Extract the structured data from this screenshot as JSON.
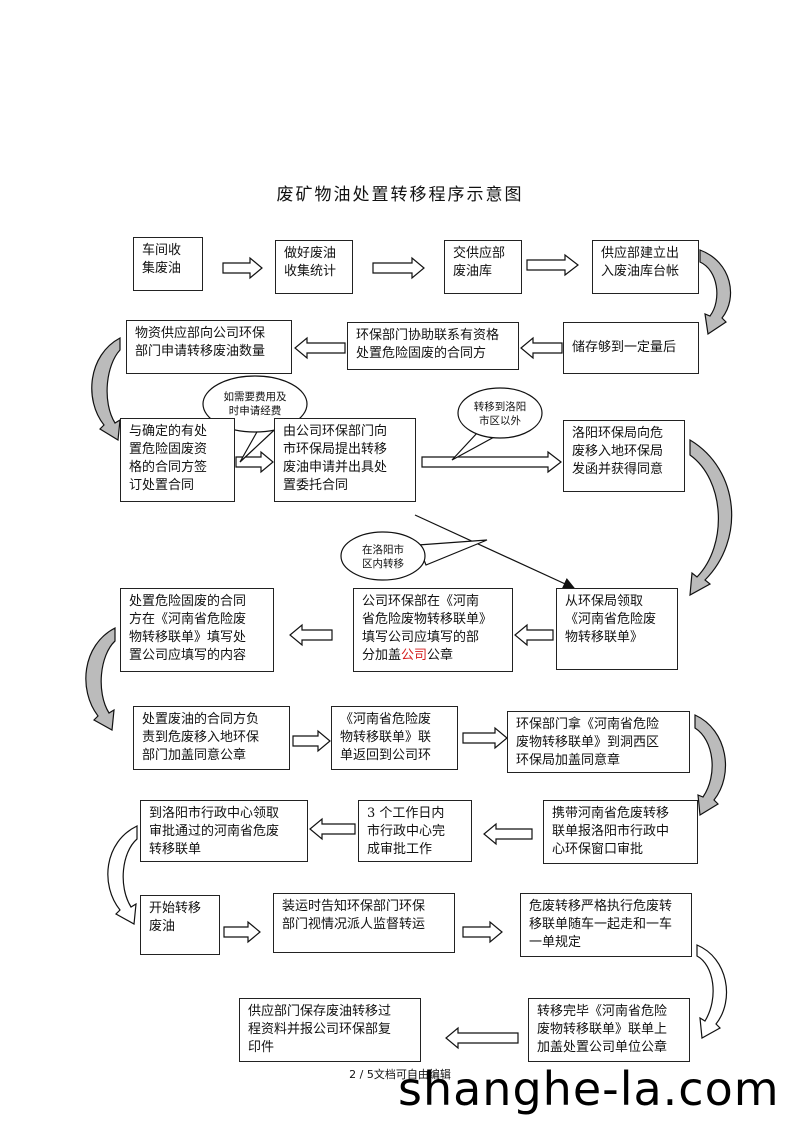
{
  "title": "废矿物油处置转移程序示意图",
  "boxes": {
    "b1": "车间收\n集废油",
    "b2": "做好废油\n收集统计",
    "b3": "交供应部\n废油库",
    "b4": "供应部建立出\n入废油库台帐",
    "b5": "储存够到一定量后",
    "b6": "环保部门协助联系有资格\n处置危险固废的合同方",
    "b7": "物资供应部向公司环保\n部门申请转移废油数量",
    "b8": "与确定的有处\n置危险固废资\n格的合同方签\n订处置合同",
    "b9": "由公司环保部门向\n市环保局提出转移\n废油申请并出具处\n置委托合同",
    "b10": "洛阳环保局向危\n废移入地环保局\n发函并获得同意",
    "b11": "从环保局领取\n《河南省危险废\n物转移联单》",
    "b12_pre": "公司环保部在《河南\n省危险废物转移联单》\n填写公司应填写的部\n分加盖",
    "b12_red": "公司",
    "b12_post": "公章",
    "b13": "处置危险固废的合同\n方在《河南省危险废\n物转移联单》填写处\n置公司应填写的内容",
    "b14": "处置废油的合同方负\n责到危废移入地环保\n部门加盖同意公章",
    "b15": "《河南省危险废\n物转移联单》联\n单返回到公司环",
    "b16": "环保部门拿《河南省危险\n废物转移联单》到洞西区\n环保局加盖同意章",
    "b17": "携带河南省危废转移\n联单报洛阳市行政中\n心环保窗口审批",
    "b18": "3 个工作日内\n市行政中心完\n成审批工作",
    "b19": "到洛阳市行政中心领取\n审批通过的河南省危废\n转移联单",
    "b20": "开始转移\n废油",
    "b21": "装运时告知环保部门环保\n部门视情况派人监督转运",
    "b22": "危废转移严格执行危废转\n移联单随车一起走和一车\n一单规定",
    "b23": "转移完毕《河南省危险\n废物转移联单》联单上\n加盖处置公司单位公章",
    "b24": "供应部门保存废油转移过\n程资料并报公司环保部复\n印件"
  },
  "callouts": {
    "c1": "如需要费用及\n时申请经费",
    "c2": "转移到洛阳\n市区以外",
    "c3": "在洛阳市\n区内转移"
  },
  "footer": "2 / 5文档可自由编辑",
  "watermark": "shanghe-la.com"
}
